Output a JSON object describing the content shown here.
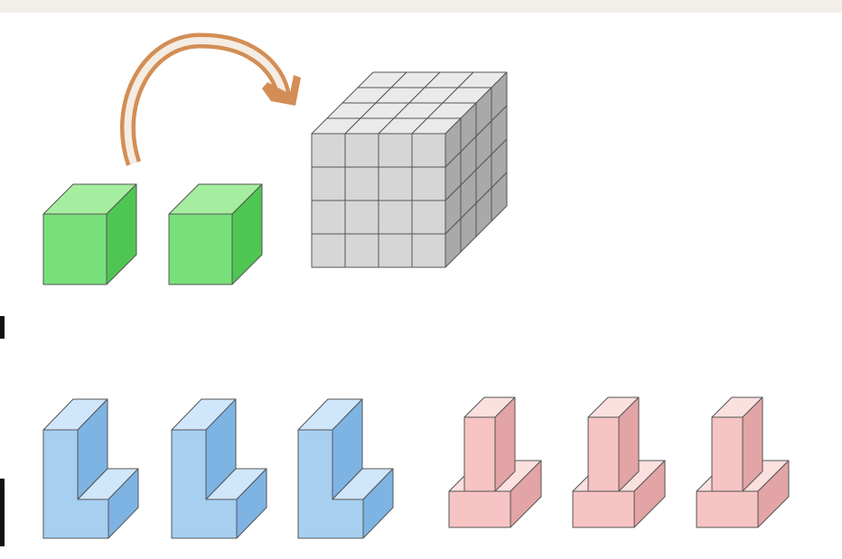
{
  "colors": {
    "background": "#ffffff",
    "top_band": "#f2efeb",
    "green_front": "#78e07a",
    "green_top": "#a6ee9f",
    "green_side": "#4fc653",
    "grey_front": "#d6d6d6",
    "grey_top": "#eaeaea",
    "grey_side": "#a9a9a9",
    "blue_front": "#a6cff0",
    "blue_top": "#d0e6fa",
    "blue_side": "#7db4e4",
    "pink_front": "#f7c4c4",
    "pink_top": "#fbe0e0",
    "pink_side": "#e2a4a4",
    "arrow": "#d38e55",
    "arrow_inner": "#f4ede4",
    "outline": "#555555"
  },
  "shapes": {
    "green_cubes": 2,
    "grey_cube_grid": "4x4x4",
    "blue_l_blocks": 3,
    "pink_t_blocks": 3
  },
  "icons": [
    "curved-arrow-icon"
  ]
}
